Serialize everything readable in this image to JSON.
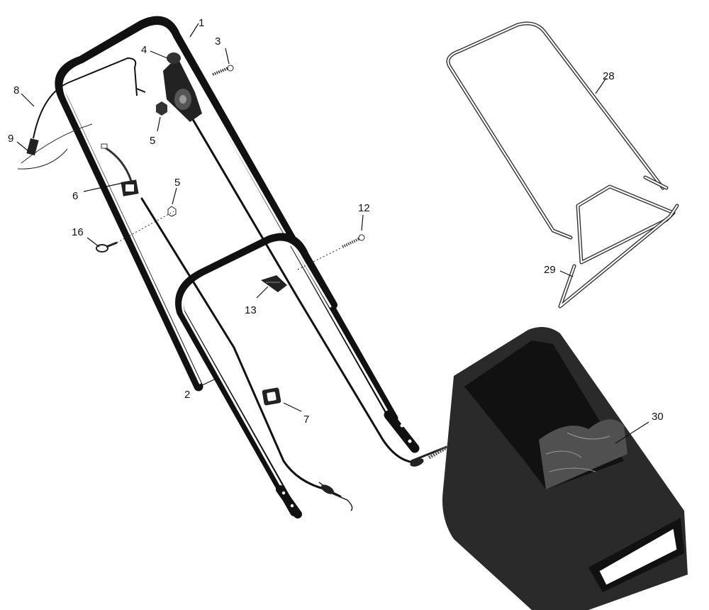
{
  "diagram": {
    "callouts": [
      {
        "id": "1",
        "label": "1"
      },
      {
        "id": "2",
        "label": "2"
      },
      {
        "id": "3",
        "label": "3"
      },
      {
        "id": "4",
        "label": "4"
      },
      {
        "id": "5a",
        "label": "5"
      },
      {
        "id": "5b",
        "label": "5"
      },
      {
        "id": "6",
        "label": "6"
      },
      {
        "id": "7",
        "label": "7"
      },
      {
        "id": "8",
        "label": "8"
      },
      {
        "id": "9",
        "label": "9"
      },
      {
        "id": "12",
        "label": "12"
      },
      {
        "id": "13",
        "label": "13"
      },
      {
        "id": "16",
        "label": "16"
      },
      {
        "id": "28",
        "label": "28"
      },
      {
        "id": "29",
        "label": "29"
      },
      {
        "id": "30",
        "label": "30"
      }
    ]
  }
}
